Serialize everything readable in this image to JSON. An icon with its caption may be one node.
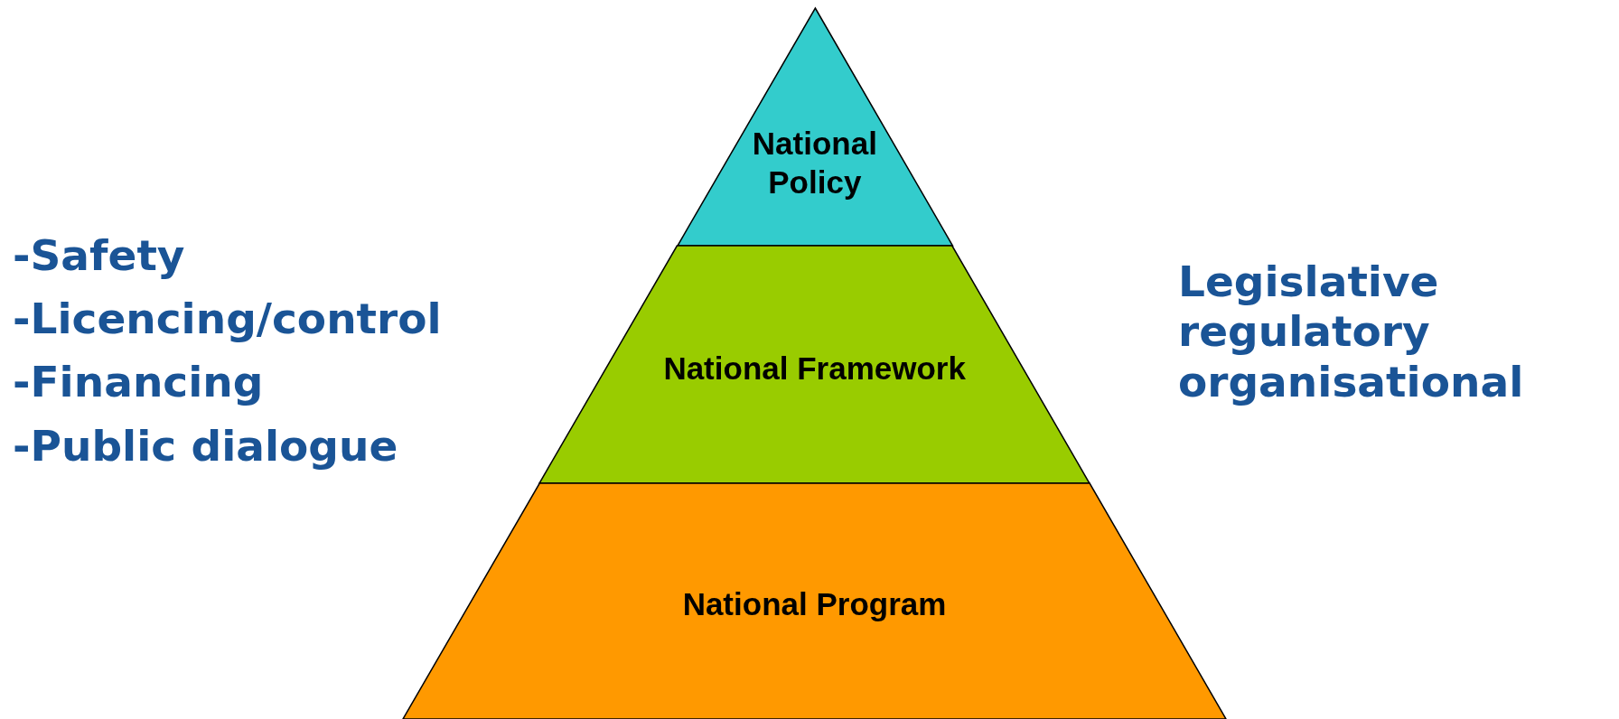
{
  "diagram": {
    "nodes": [
      {
        "text": [
          "National Policy"
        ]
      },
      {
        "text": [
          "National Framework"
        ]
      },
      {
        "text": [
          "National Program"
        ]
      }
    ],
    "labels": [
      "-Safety",
      "-Licencing/control",
      "-Financing",
      "-Public dialogue",
      "Legislative regulatory organisational"
    ]
  }
}
